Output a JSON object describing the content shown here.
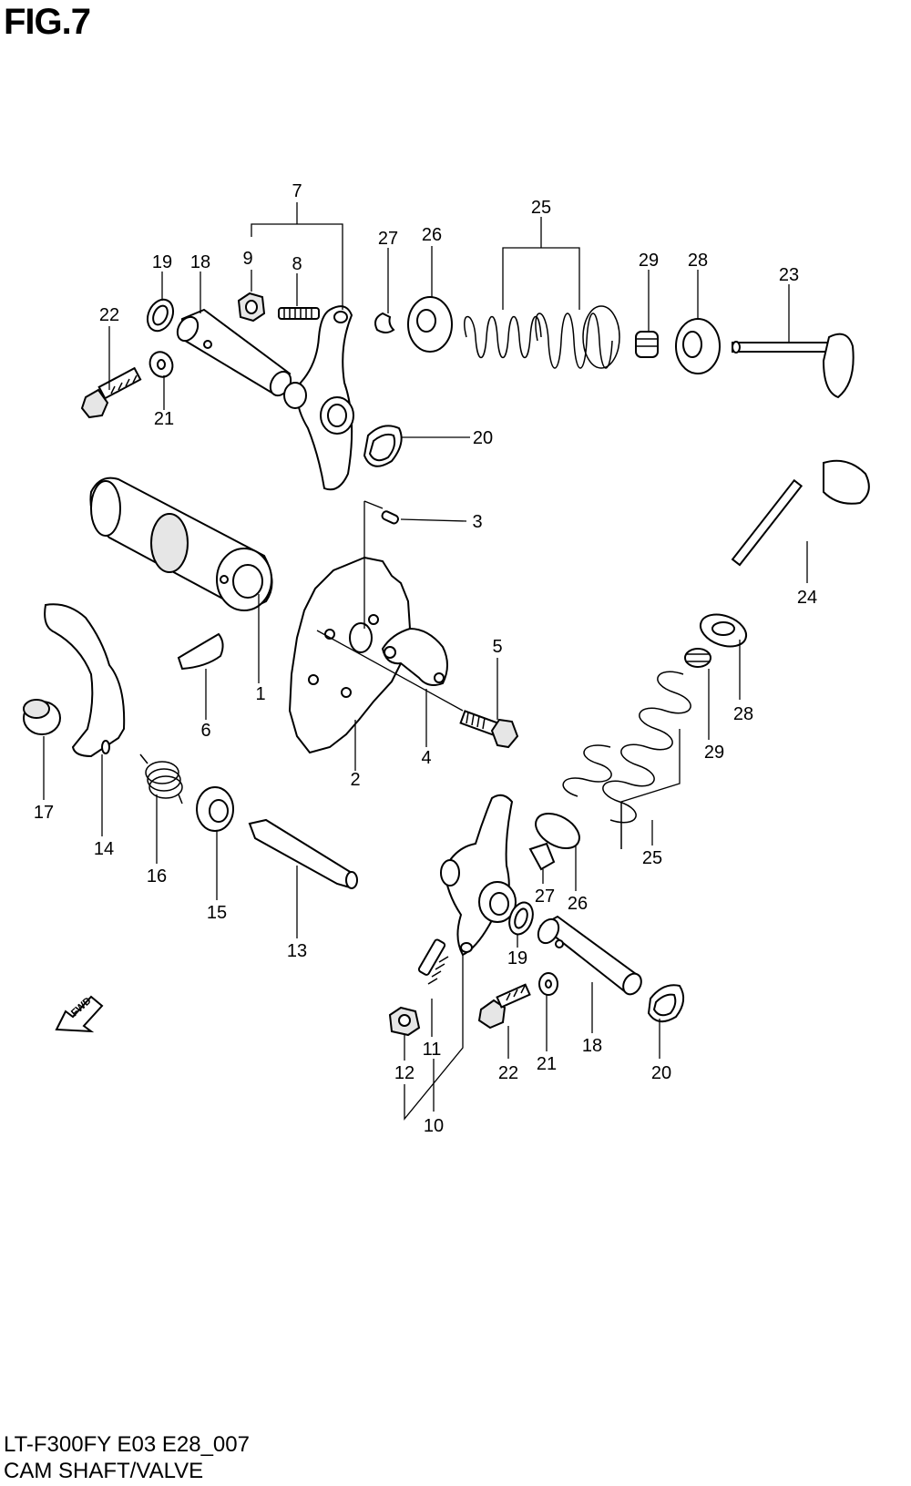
{
  "figure": {
    "title": "FIG.7",
    "model_code": "LT-F300FY E03 E28_007",
    "name": "CAM SHAFT/VALVE",
    "fwd_label": "FWD"
  },
  "callouts": [
    "1",
    "2",
    "3",
    "4",
    "5",
    "6",
    "7",
    "8",
    "9",
    "10",
    "11",
    "12",
    "13",
    "14",
    "15",
    "16",
    "17",
    "18",
    "19",
    "20",
    "21",
    "22",
    "23",
    "24",
    "25",
    "26",
    "27",
    "28",
    "29"
  ],
  "callout_labels": {
    "c7": "7",
    "c9": "9",
    "c8": "8",
    "c27a": "27",
    "c26a": "26",
    "c25a": "25",
    "c29a": "29",
    "c28a": "28",
    "c23": "23",
    "c19a": "19",
    "c18a": "18",
    "c22a": "22",
    "c21a": "21",
    "c20a": "20",
    "c3": "3",
    "c24": "24",
    "c5": "5",
    "c1": "1",
    "c6": "6",
    "c4": "4",
    "c2": "2",
    "c28b": "28",
    "c29b": "29",
    "c17": "17",
    "c14": "14",
    "c16": "16",
    "c15": "15",
    "c13": "13",
    "c25b": "25",
    "c27b": "27",
    "c26b": "26",
    "c19b": "19",
    "c18b": "18",
    "c20b": "20",
    "c21b": "21",
    "c22b": "22",
    "c11": "11",
    "c12": "12",
    "c10": "10"
  }
}
